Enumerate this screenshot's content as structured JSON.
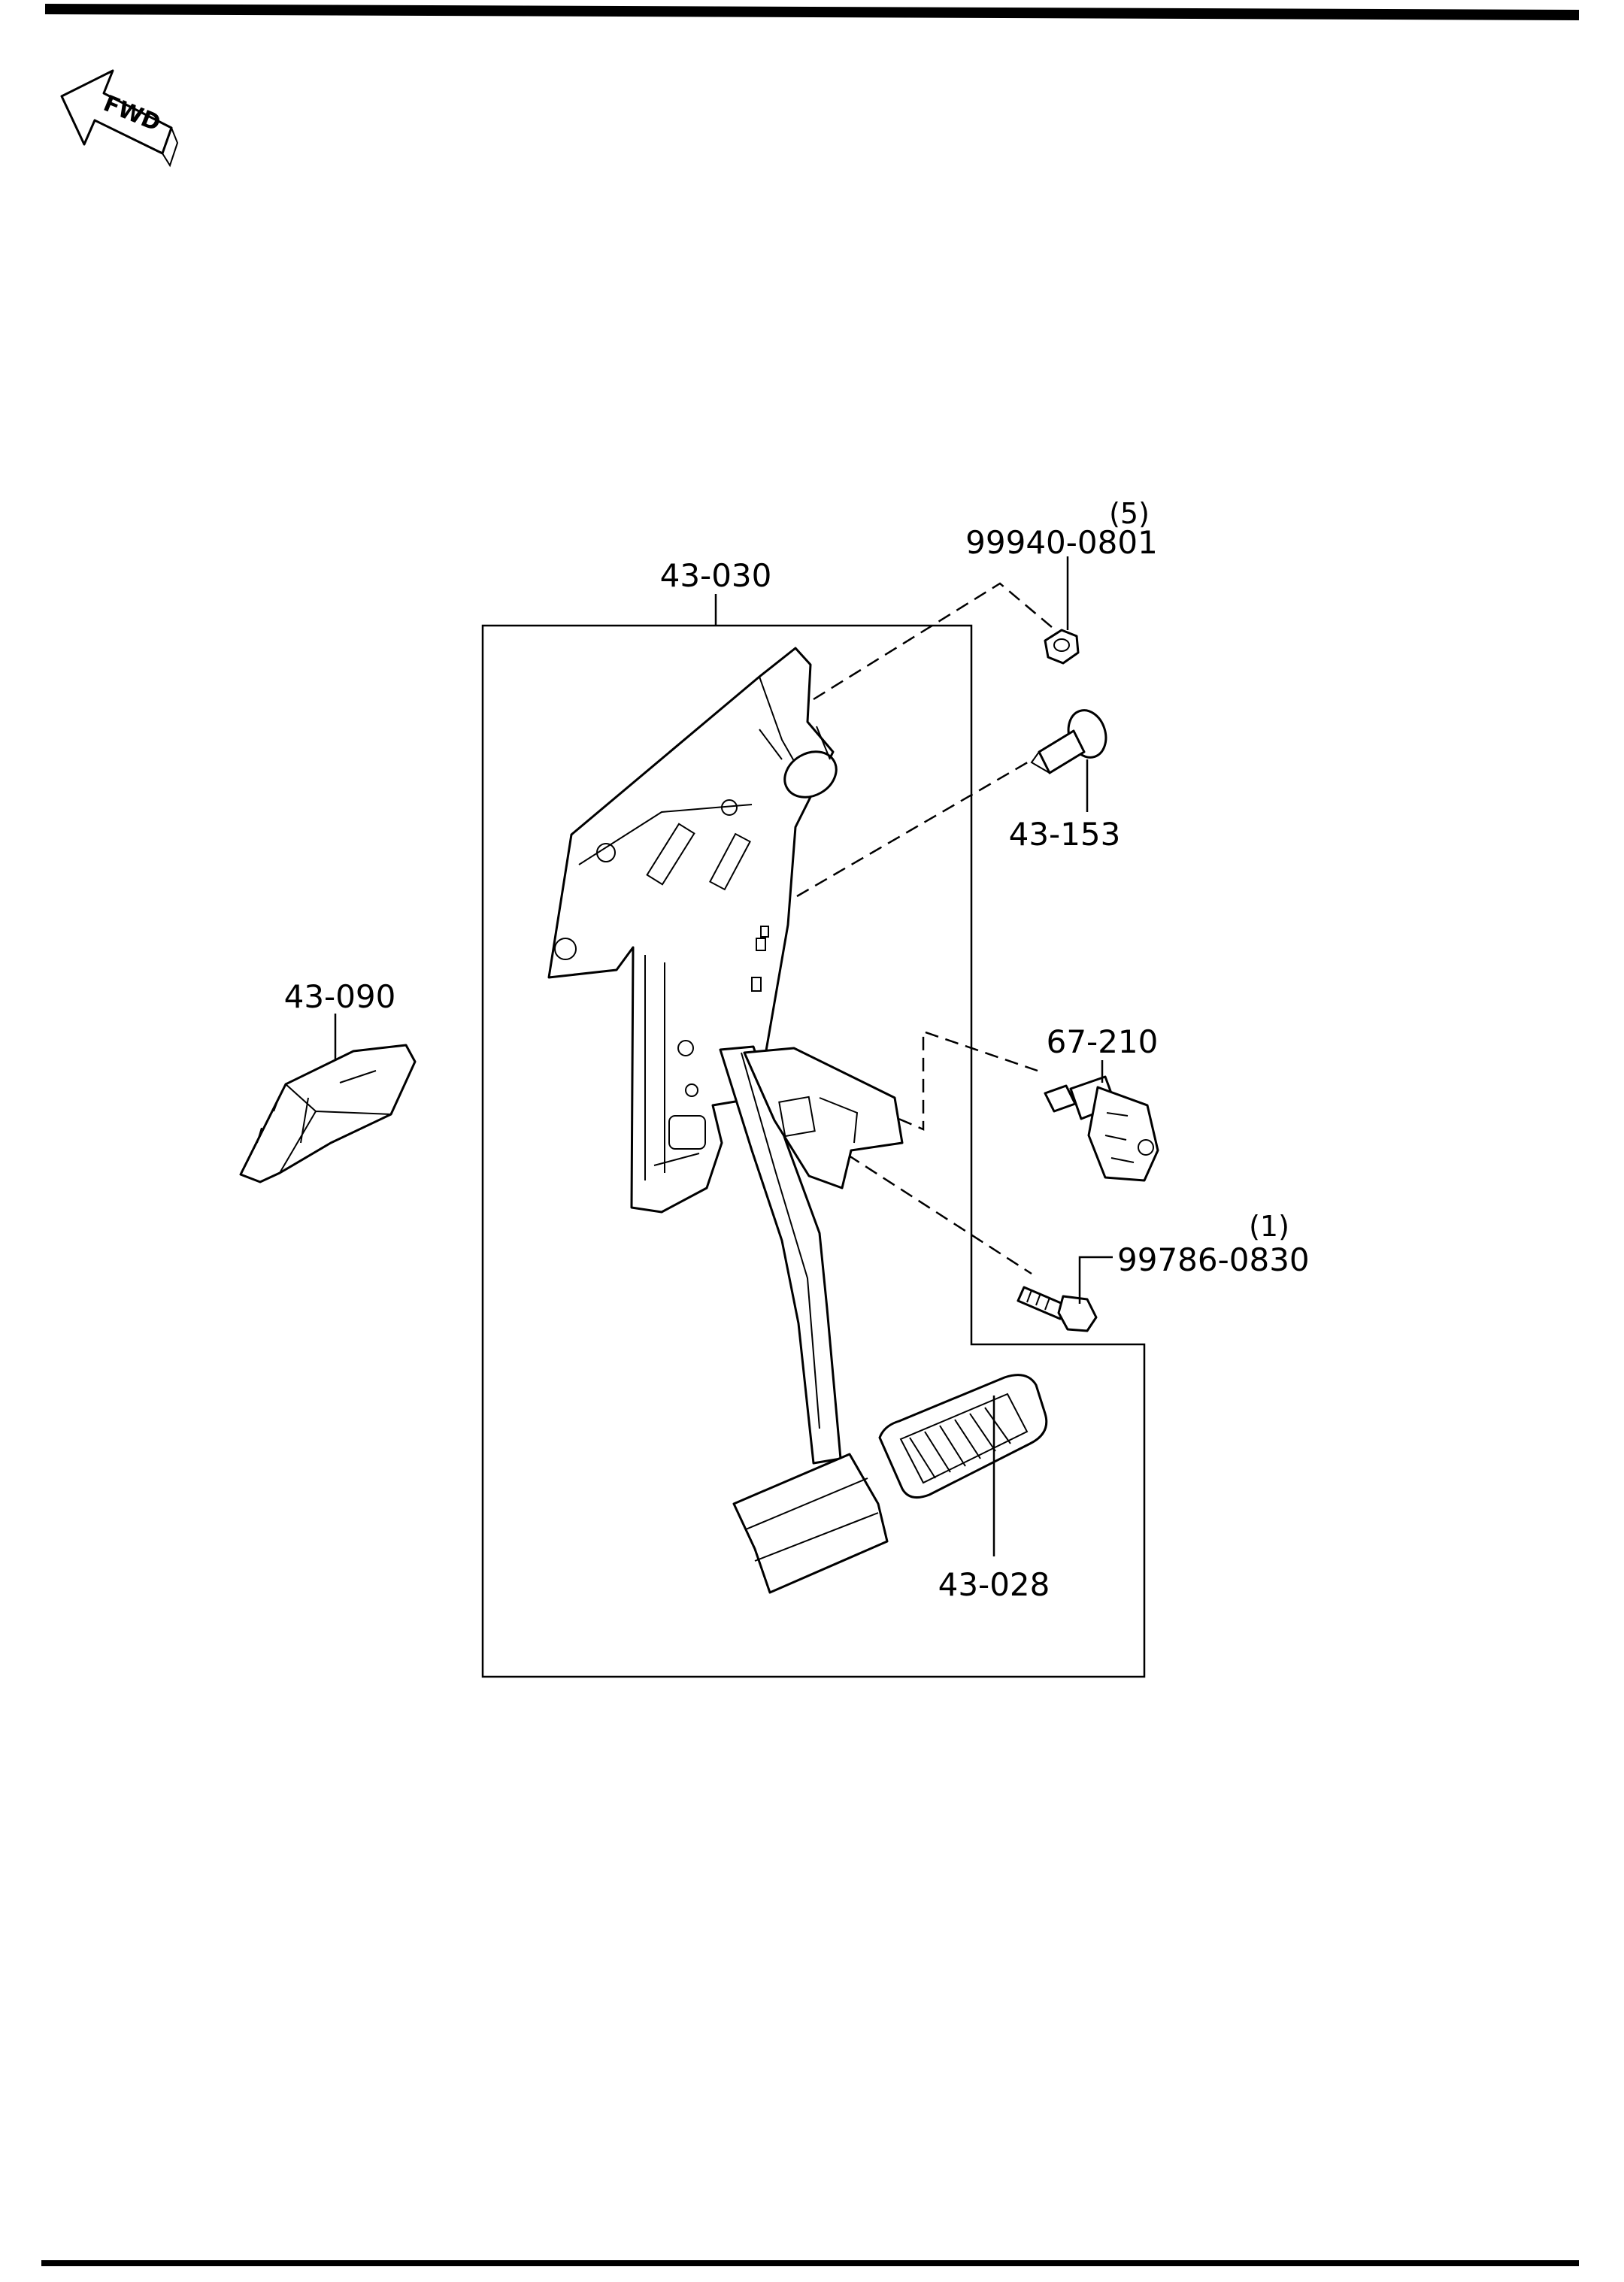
{
  "header": {
    "fwd_label": "FWD"
  },
  "diagram": {
    "callouts": {
      "pedal_assembly": "43-030",
      "nut": "99940-0801",
      "nut_qty": "(5)",
      "stopper": "43-153",
      "reservoir_part": "43-090",
      "switch": "67-210",
      "bolt": "99786-0830",
      "bolt_qty": "(1)",
      "pedal_pad": "43-028"
    }
  }
}
